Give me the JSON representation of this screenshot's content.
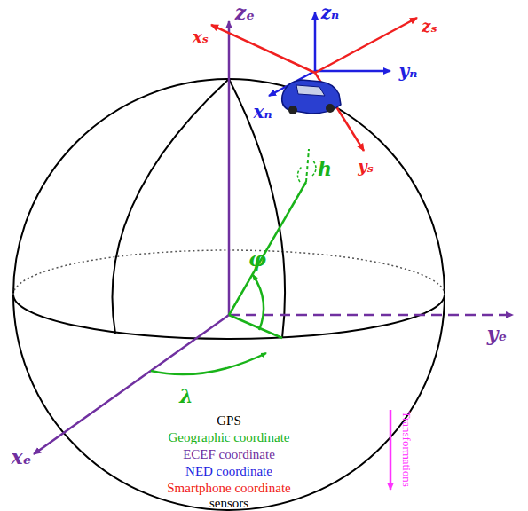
{
  "diagram": {
    "labels": [
      "zₑ",
      "yₑ",
      "xₑ",
      "zₙ",
      "yₙ",
      "xₙ",
      "xₛ",
      "zₛ",
      "yₛ",
      "h",
      "φ",
      "λ",
      "GPS",
      "Geographic coordinate",
      "ECEF coordinate",
      "NED coordinate",
      "Smartphone coordinate",
      "sensors",
      "Transformations"
    ]
  }
}
